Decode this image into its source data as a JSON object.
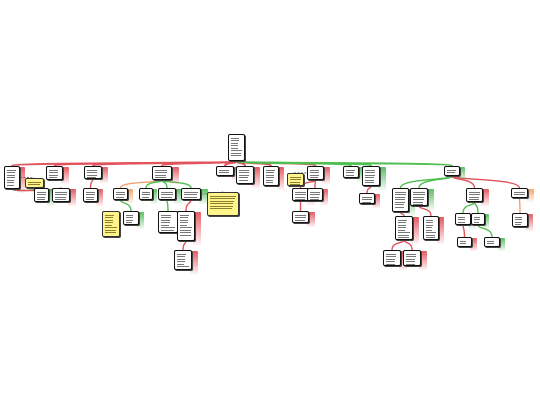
{
  "diagram": {
    "type": "tree-mind-map",
    "colors": {
      "negative_branch": "#e2545c",
      "positive_branch": "#4fbf52",
      "neutral_branch": "#f0a070",
      "note_fill": "#fff58a",
      "node_border": "#111111"
    },
    "root": {
      "id": "root",
      "text": "",
      "kind": "box"
    },
    "nodes": [
      {
        "id": "n1",
        "kind": "box",
        "text": ""
      },
      {
        "id": "n2",
        "kind": "box",
        "text": ""
      },
      {
        "id": "n3",
        "kind": "box",
        "text": ""
      },
      {
        "id": "n4",
        "kind": "box",
        "text": ""
      },
      {
        "id": "n5",
        "kind": "box",
        "text": ""
      },
      {
        "id": "n6",
        "kind": "box",
        "text": ""
      },
      {
        "id": "n7",
        "kind": "box",
        "text": ""
      },
      {
        "id": "n8",
        "kind": "box",
        "text": ""
      },
      {
        "id": "n9",
        "kind": "box",
        "text": ""
      },
      {
        "id": "n10",
        "kind": "box",
        "text": ""
      },
      {
        "id": "n11",
        "kind": "box",
        "text": ""
      },
      {
        "id": "n12",
        "kind": "box",
        "text": ""
      }
    ],
    "edge_kinds": [
      "red",
      "green",
      "orange"
    ]
  }
}
